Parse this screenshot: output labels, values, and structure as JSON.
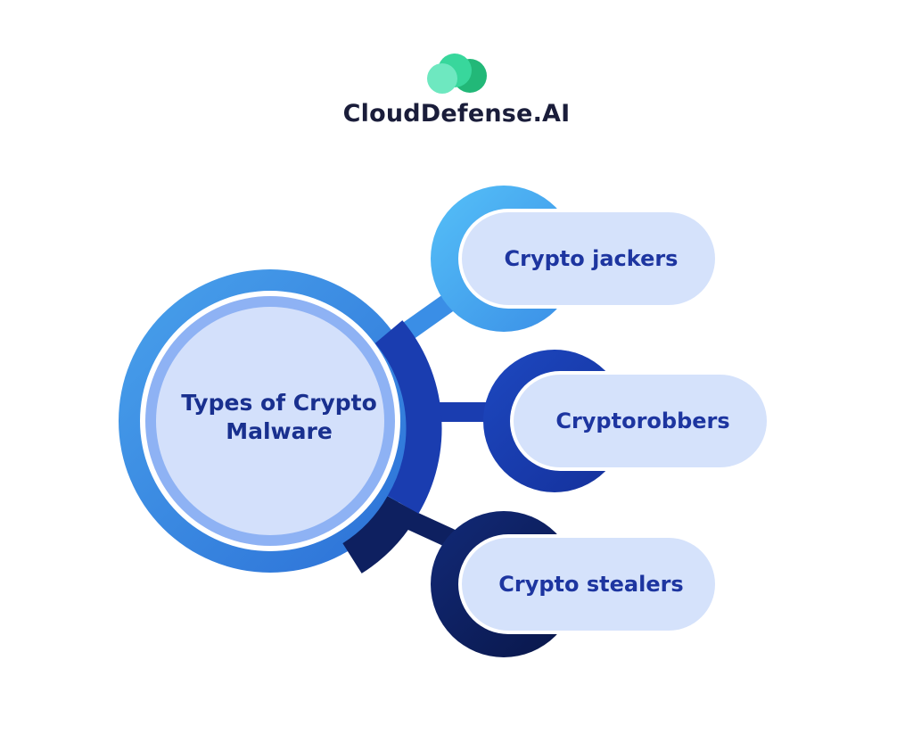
{
  "brand": {
    "name": "CloudDefense.AI",
    "logo_icon": "cloud-logo-icon",
    "logo_colors": [
      "#6ee8c0",
      "#38d79c",
      "#22b878"
    ]
  },
  "diagram": {
    "center": {
      "label": "Types of Crypto Malware",
      "outer_color": "#3f8ee0",
      "inner_color": "#cfdcfa"
    },
    "branches": [
      {
        "label": "Crypto jackers",
        "color": "#3aa8ee"
      },
      {
        "label": "Cryptorobbers",
        "color": "#1a3db0"
      },
      {
        "label": "Crypto stealers",
        "color": "#0c1c55"
      }
    ],
    "pill_color": "#d5e2fb"
  }
}
